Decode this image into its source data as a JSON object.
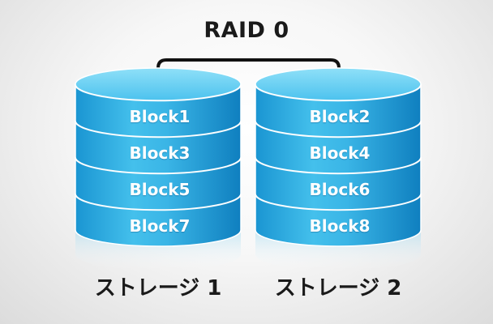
{
  "diagram": {
    "title": "RAID 0",
    "disks": [
      {
        "label": "ストレージ 1",
        "blocks": [
          "Block1",
          "Block3",
          "Block5",
          "Block7"
        ]
      },
      {
        "label": "ストレージ 2",
        "blocks": [
          "Block2",
          "Block4",
          "Block6",
          "Block8"
        ]
      }
    ],
    "colors": {
      "disk_light": "#7fd8f5",
      "disk_mid": "#33b2e6",
      "disk_dark": "#0f84c4",
      "top_light": "#9be4fa",
      "text": "#1a1a1a",
      "block_text": "#ffffff"
    }
  }
}
